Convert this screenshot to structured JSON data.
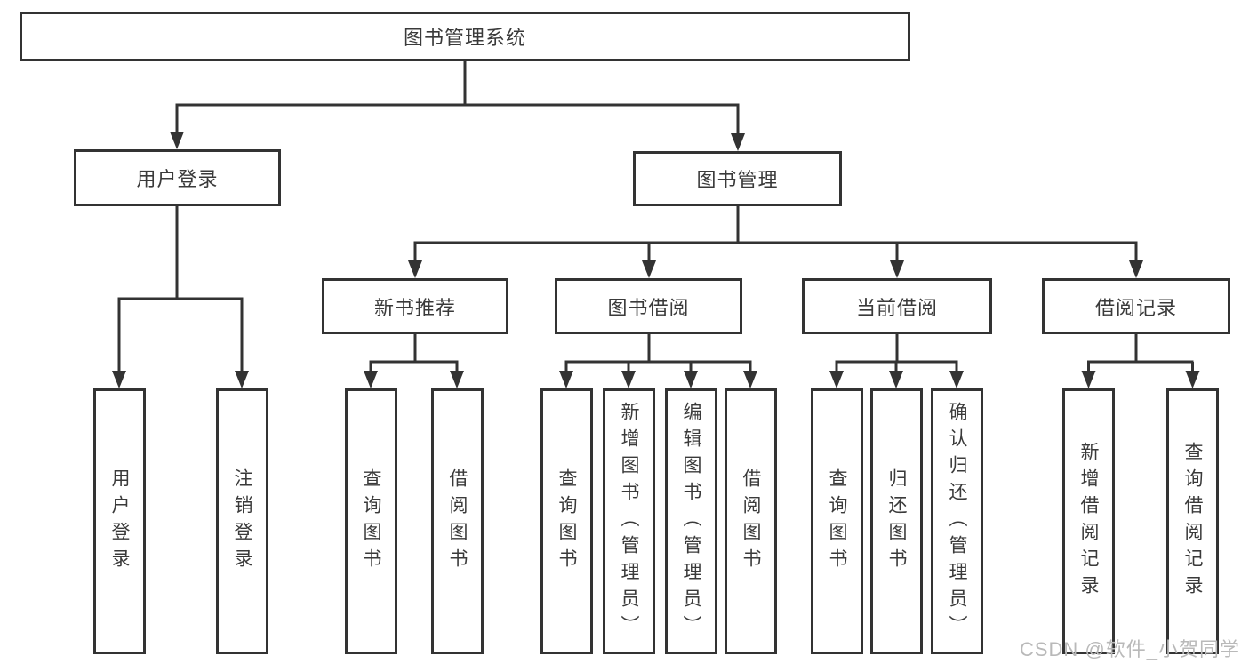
{
  "diagram": {
    "title": "图书管理系统",
    "colors": {
      "line": "#333333",
      "box_border": "#333333",
      "text": "#3a3a3a",
      "background": "#ffffff",
      "watermark": "#b9b9b9"
    },
    "nodes": {
      "root": {
        "label": "图书管理系统"
      },
      "user_login": {
        "label": "用户登录"
      },
      "book_mgmt": {
        "label": "图书管理"
      },
      "new_book_rec": {
        "label": "新书推荐"
      },
      "book_borrow": {
        "label": "图书借阅"
      },
      "current_borrow": {
        "label": "当前借阅"
      },
      "borrow_records": {
        "label": "借阅记录"
      },
      "leaf_user_login": {
        "label": "用户登录"
      },
      "leaf_logout": {
        "label": "注销登录"
      },
      "leaf_nb_query": {
        "label": "查询图书"
      },
      "leaf_nb_borrow": {
        "label": "借阅图书"
      },
      "leaf_bb_query": {
        "label": "查询图书"
      },
      "leaf_bb_add": {
        "label": "新增图书（管理员）"
      },
      "leaf_bb_edit": {
        "label": "编辑图书（管理员）"
      },
      "leaf_bb_borrow": {
        "label": "借阅图书"
      },
      "leaf_cb_query": {
        "label": "查询图书"
      },
      "leaf_cb_return": {
        "label": "归还图书"
      },
      "leaf_cb_confirm": {
        "label": "确认归还（管理员）"
      },
      "leaf_br_add": {
        "label": "新增借阅记录"
      },
      "leaf_br_query": {
        "label": "查询借阅记录"
      }
    },
    "hierarchy": [
      {
        "parent": "图书管理系统",
        "children": [
          "用户登录",
          "图书管理"
        ]
      },
      {
        "parent": "用户登录",
        "children": [
          "用户登录",
          "注销登录"
        ]
      },
      {
        "parent": "图书管理",
        "children": [
          "新书推荐",
          "图书借阅",
          "当前借阅",
          "借阅记录"
        ]
      },
      {
        "parent": "新书推荐",
        "children": [
          "查询图书",
          "借阅图书"
        ]
      },
      {
        "parent": "图书借阅",
        "children": [
          "查询图书",
          "新增图书（管理员）",
          "编辑图书（管理员）",
          "借阅图书"
        ]
      },
      {
        "parent": "当前借阅",
        "children": [
          "查询图书",
          "归还图书",
          "确认归还（管理员）"
        ]
      },
      {
        "parent": "借阅记录",
        "children": [
          "新增借阅记录",
          "查询借阅记录"
        ]
      }
    ],
    "watermark": {
      "text": "CSDN @软件_小贺同学"
    }
  }
}
